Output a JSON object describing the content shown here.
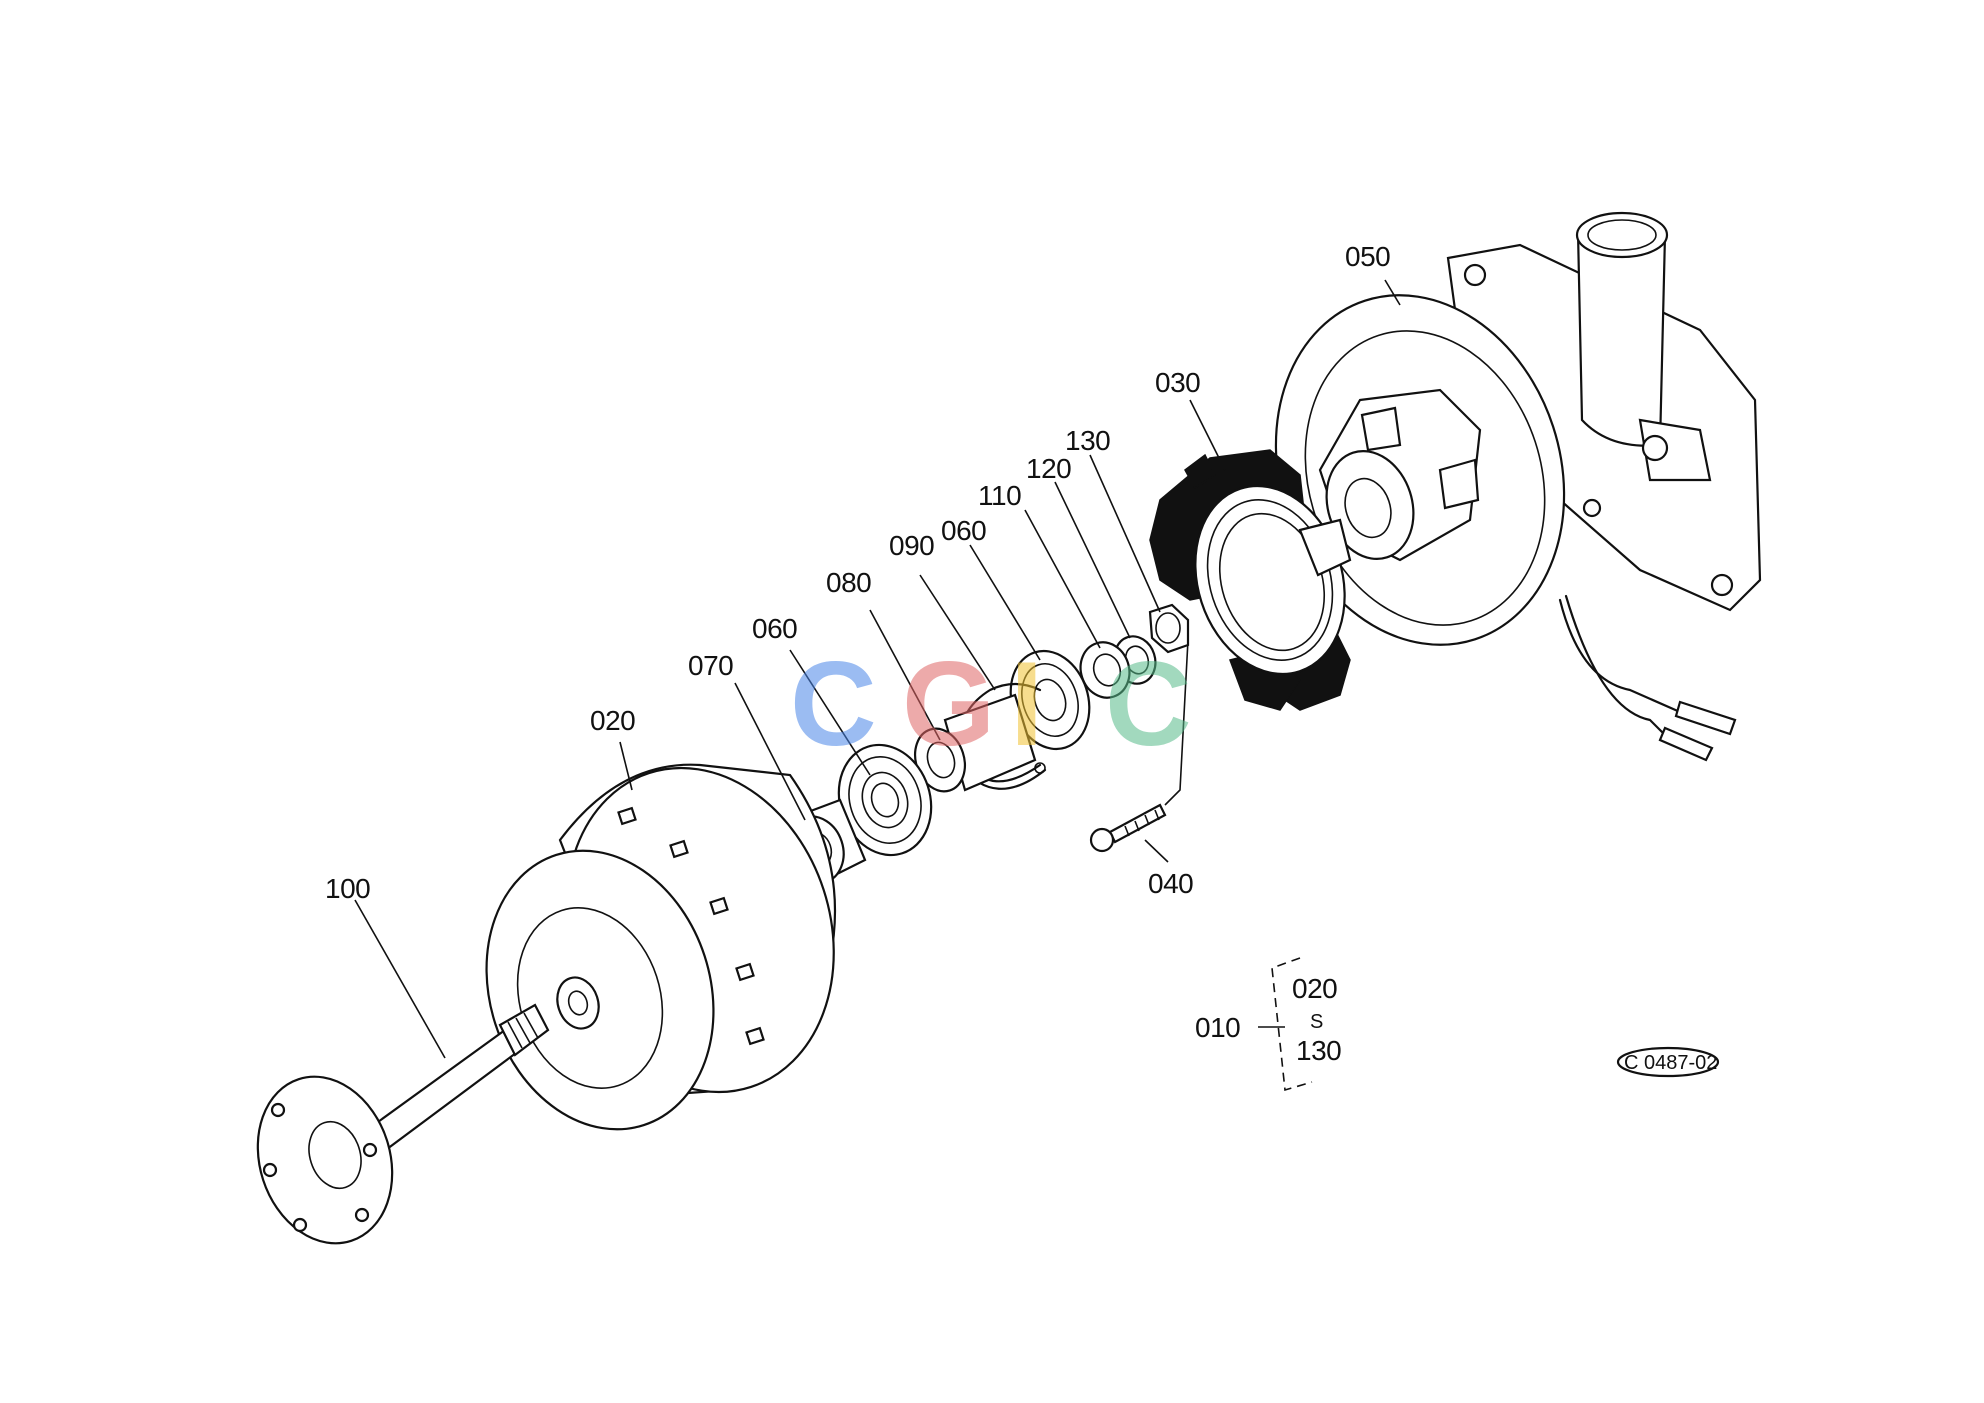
{
  "parts": {
    "p100": "100",
    "p020": "020",
    "p070": "070",
    "p060a": "060",
    "p080": "080",
    "p090": "090",
    "p060b": "060",
    "p110": "110",
    "p120": "120",
    "p130": "130",
    "p030": "030",
    "p050": "050",
    "p040": "040"
  },
  "assembly": {
    "label": "010",
    "range_start": "020",
    "range_sep": "S",
    "range_end": "130"
  },
  "drawing_code": "C 0487-02",
  "watermark": {
    "letters": [
      "C",
      "G",
      "I",
      "C"
    ],
    "colors": [
      "#4a86e8",
      "#e06666",
      "#f1c232",
      "#57bb8a"
    ]
  }
}
